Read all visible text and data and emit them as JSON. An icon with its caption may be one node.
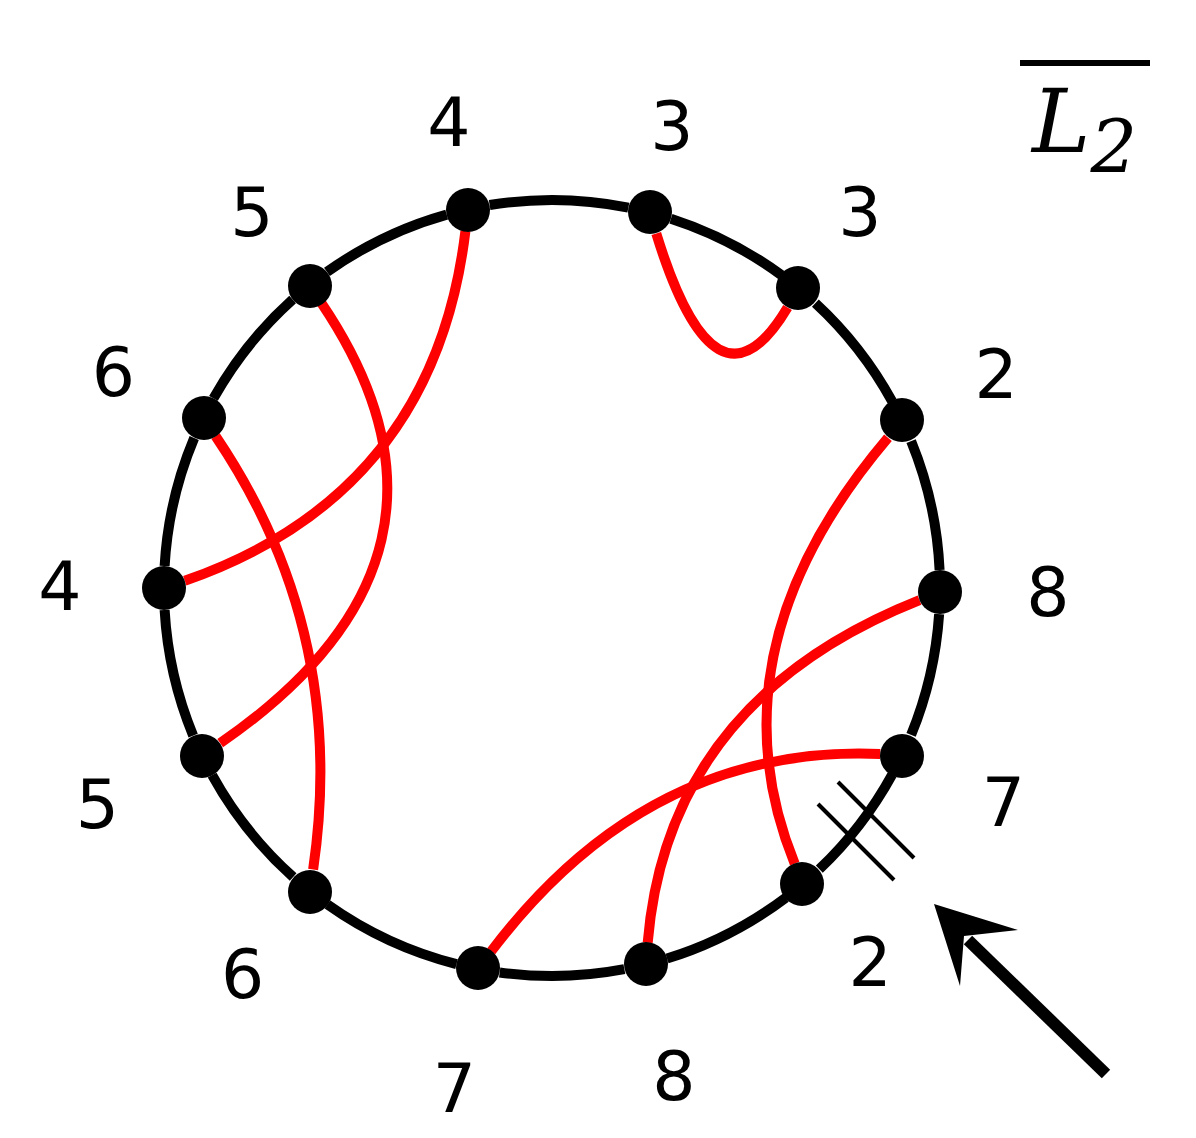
{
  "diagram": {
    "title": "L$_{2}$",
    "nodes": [
      {
        "text": [],
        "shape": "circle",
        "beside": [
          "4"
        ]
      },
      {
        "text": [],
        "shape": "circle",
        "beside": [
          "3"
        ]
      },
      {
        "text": [],
        "shape": "circle",
        "beside": [
          "3"
        ]
      },
      {
        "text": [],
        "shape": "circle",
        "beside": [
          "2"
        ]
      },
      {
        "text": [],
        "shape": "circle",
        "beside": [
          "8"
        ]
      },
      {
        "text": [],
        "shape": "circle",
        "beside": [
          "7"
        ]
      },
      {
        "text": [],
        "shape": "circle",
        "beside": [
          "2"
        ]
      },
      {
        "text": [],
        "shape": "circle",
        "beside": [
          "8"
        ]
      },
      {
        "text": [],
        "shape": "circle",
        "beside": [
          "7"
        ]
      },
      {
        "text": [],
        "shape": "circle",
        "beside": [
          "6"
        ]
      },
      {
        "text": [],
        "shape": "circle",
        "beside": [
          "5"
        ]
      },
      {
        "text": [],
        "shape": "circle",
        "beside": [
          "4"
        ]
      },
      {
        "text": [],
        "shape": "circle",
        "beside": [
          "6"
        ]
      },
      {
        "text": [],
        "shape": "circle",
        "beside": [
          "5"
        ]
      }
    ],
    "edges": [
      {
        "from": 0,
        "to": 1,
        "arrow": "none"
      },
      {
        "from": 1,
        "to": 2,
        "arrow": "none"
      },
      {
        "from": 2,
        "to": 3,
        "arrow": "none"
      },
      {
        "from": 3,
        "to": 4,
        "arrow": "none"
      },
      {
        "from": 4,
        "to": 5,
        "arrow": "none"
      },
      {
        "from": 5,
        "to": 6,
        "arrow": "none"
      },
      {
        "from": 6,
        "to": 7,
        "arrow": "none"
      },
      {
        "from": 7,
        "to": 8,
        "arrow": "none"
      },
      {
        "from": 8,
        "to": 9,
        "arrow": "none"
      },
      {
        "from": 9,
        "to": 10,
        "arrow": "none"
      },
      {
        "from": 10,
        "to": 11,
        "arrow": "none"
      },
      {
        "from": 11,
        "to": 12,
        "arrow": "none"
      },
      {
        "from": 12,
        "to": 13,
        "arrow": "none"
      },
      {
        "from": 13,
        "to": 0,
        "arrow": "none"
      },
      {
        "from": 0,
        "to": 11,
        "arrow": "none",
        "color": "#ff0000"
      },
      {
        "from": 13,
        "to": 10,
        "arrow": "none",
        "color": "#ff0000"
      },
      {
        "from": 12,
        "to": 9,
        "arrow": "none",
        "color": "#ff0000"
      },
      {
        "from": 1,
        "to": 2,
        "arrow": "none",
        "color": "#ff0000"
      },
      {
        "from": 3,
        "to": 6,
        "arrow": "none",
        "color": "#ff0000"
      },
      {
        "from": 4,
        "to": 7,
        "arrow": "none",
        "color": "#ff0000"
      },
      {
        "from": 5,
        "to": 8,
        "arrow": "none",
        "color": "#ff0000"
      }
    ]
  }
}
